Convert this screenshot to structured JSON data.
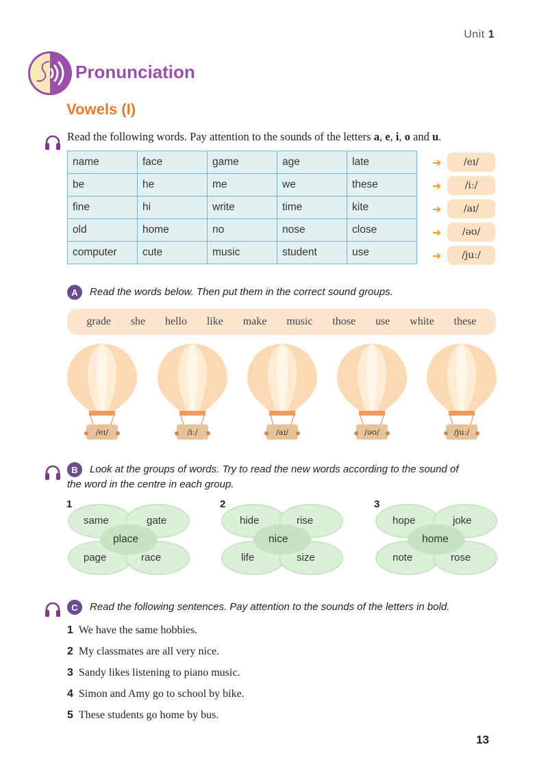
{
  "header": {
    "unit_word": "Unit",
    "unit_number": "1"
  },
  "section_title": "Pronunciation",
  "subtitle": "Vowels (I)",
  "intro": {
    "text_prefix": "Read the following words. Pay attention to the sounds of the letters ",
    "letters": [
      "a",
      "e",
      "i",
      "o",
      "u"
    ],
    "sep1": ", ",
    "sep2": ", ",
    "sep3": ", ",
    "sep4": " and ",
    "end": "."
  },
  "word_table": {
    "rows": [
      {
        "words": [
          "name",
          "face",
          "game",
          "age",
          "late"
        ],
        "sound": "/eɪ/"
      },
      {
        "words": [
          "be",
          "he",
          "me",
          "we",
          "these"
        ],
        "sound": "/iː/"
      },
      {
        "words": [
          "fine",
          "hi",
          "write",
          "time",
          "kite"
        ],
        "sound": "/aɪ/"
      },
      {
        "words": [
          "old",
          "home",
          "no",
          "nose",
          "close"
        ],
        "sound": "/əʊ/"
      },
      {
        "words": [
          "computer",
          "cute",
          "music",
          "student",
          "use"
        ],
        "sound": "/juː/"
      }
    ]
  },
  "exercise_a": {
    "badge": "A",
    "instruction": "Read the words below. Then put them in the correct sound groups.",
    "words": [
      "grade",
      "she",
      "hello",
      "like",
      "make",
      "music",
      "those",
      "use",
      "white",
      "these"
    ],
    "balloons": [
      "/eɪ/",
      "/iː/",
      "/aɪ/",
      "/əʊ/",
      "/juː/"
    ]
  },
  "exercise_b": {
    "badge": "B",
    "instruction_line1": "Look at the groups of words. Try to read the new words according to the sound of",
    "instruction_line2": "the word in the centre in each group.",
    "groups": [
      {
        "num": "1",
        "center": "place",
        "words": [
          "same",
          "gate",
          "page",
          "race"
        ]
      },
      {
        "num": "2",
        "center": "nice",
        "words": [
          "hide",
          "rise",
          "life",
          "size"
        ]
      },
      {
        "num": "3",
        "center": "home",
        "words": [
          "hope",
          "joke",
          "note",
          "rose"
        ]
      }
    ]
  },
  "exercise_c": {
    "badge": "C",
    "instruction": "Read the following sentences. Pay attention to the sounds of the letters in bold.",
    "sentences": [
      {
        "num": "1",
        "text": "We have the same hobbies."
      },
      {
        "num": "2",
        "text": "My classmates are all very nice."
      },
      {
        "num": "3",
        "text": "Sandy likes listening to piano music."
      },
      {
        "num": "4",
        "text": "Simon and Amy go to school by bike."
      },
      {
        "num": "5",
        "text": "These students go home by bus."
      }
    ]
  },
  "page_number": "13",
  "colors": {
    "title": "#9a4fa8",
    "subtitle": "#e8782a",
    "badge": "#6d4b8f",
    "table_bg": "#e4f1f2",
    "table_border": "#6fb7d6",
    "ipa_bg": "#fbe2c3",
    "headphones": "#7a3b82"
  }
}
